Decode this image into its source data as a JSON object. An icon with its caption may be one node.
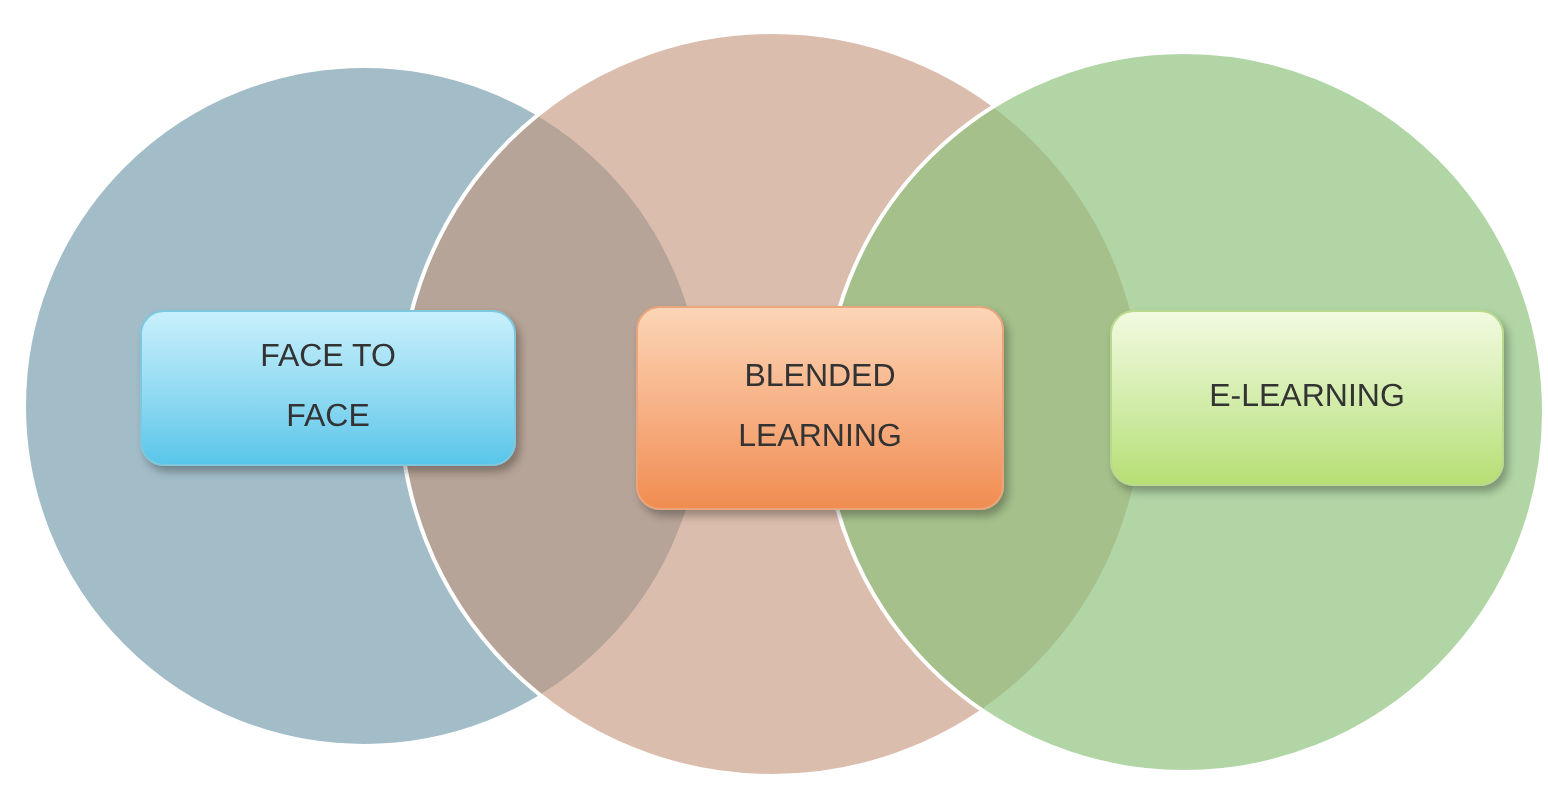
{
  "diagram": {
    "nodes": [
      {
        "text": [
          "FACE TO FACE"
        ]
      },
      {
        "text": [
          "BLENDED LEARNING"
        ]
      },
      {
        "text": [
          "E-LEARNING"
        ]
      }
    ]
  }
}
